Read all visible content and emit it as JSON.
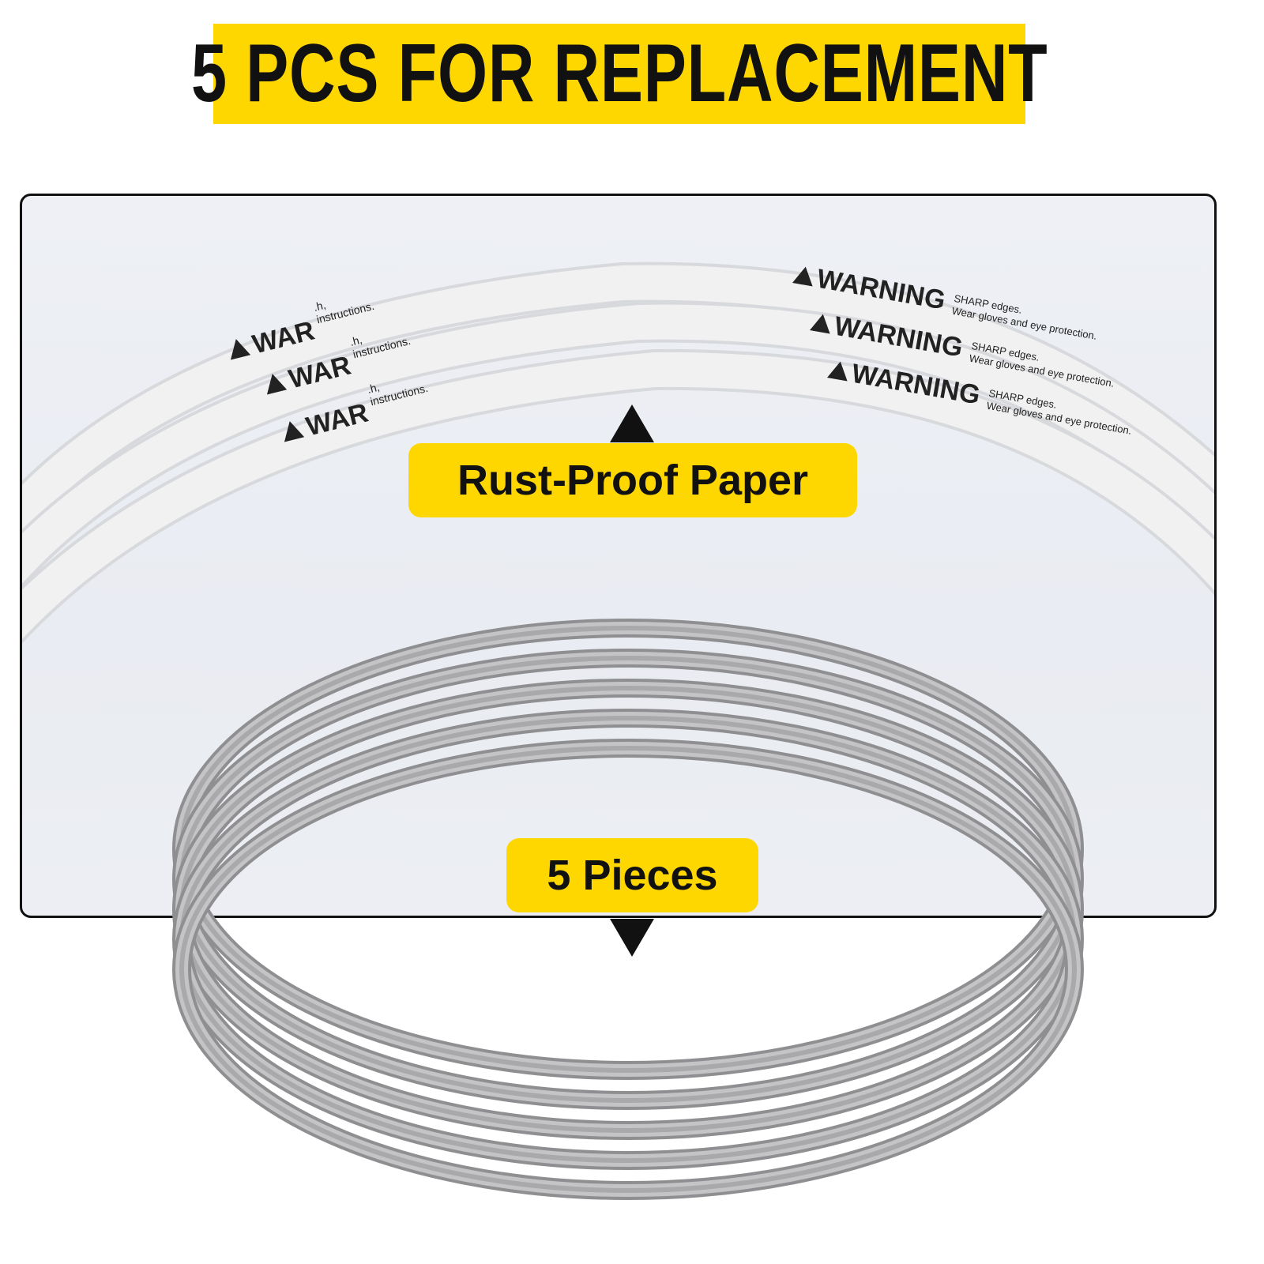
{
  "banner": {
    "title": "5 PCS FOR REPLACEMENT"
  },
  "labels": {
    "rust_proof": "Rust-Proof Paper",
    "pieces": "5 Pieces"
  },
  "wrap_label": {
    "warning": "WARNING",
    "warning_cut": "WAR",
    "line1": "SHARP edges.",
    "line2": "Wear gloves and eye protection.",
    "instructions_a": ".h,",
    "instructions_b": "instructions."
  },
  "colors": {
    "accent": "#FFD700",
    "text": "#111111",
    "blade": "#a8a8aa"
  }
}
